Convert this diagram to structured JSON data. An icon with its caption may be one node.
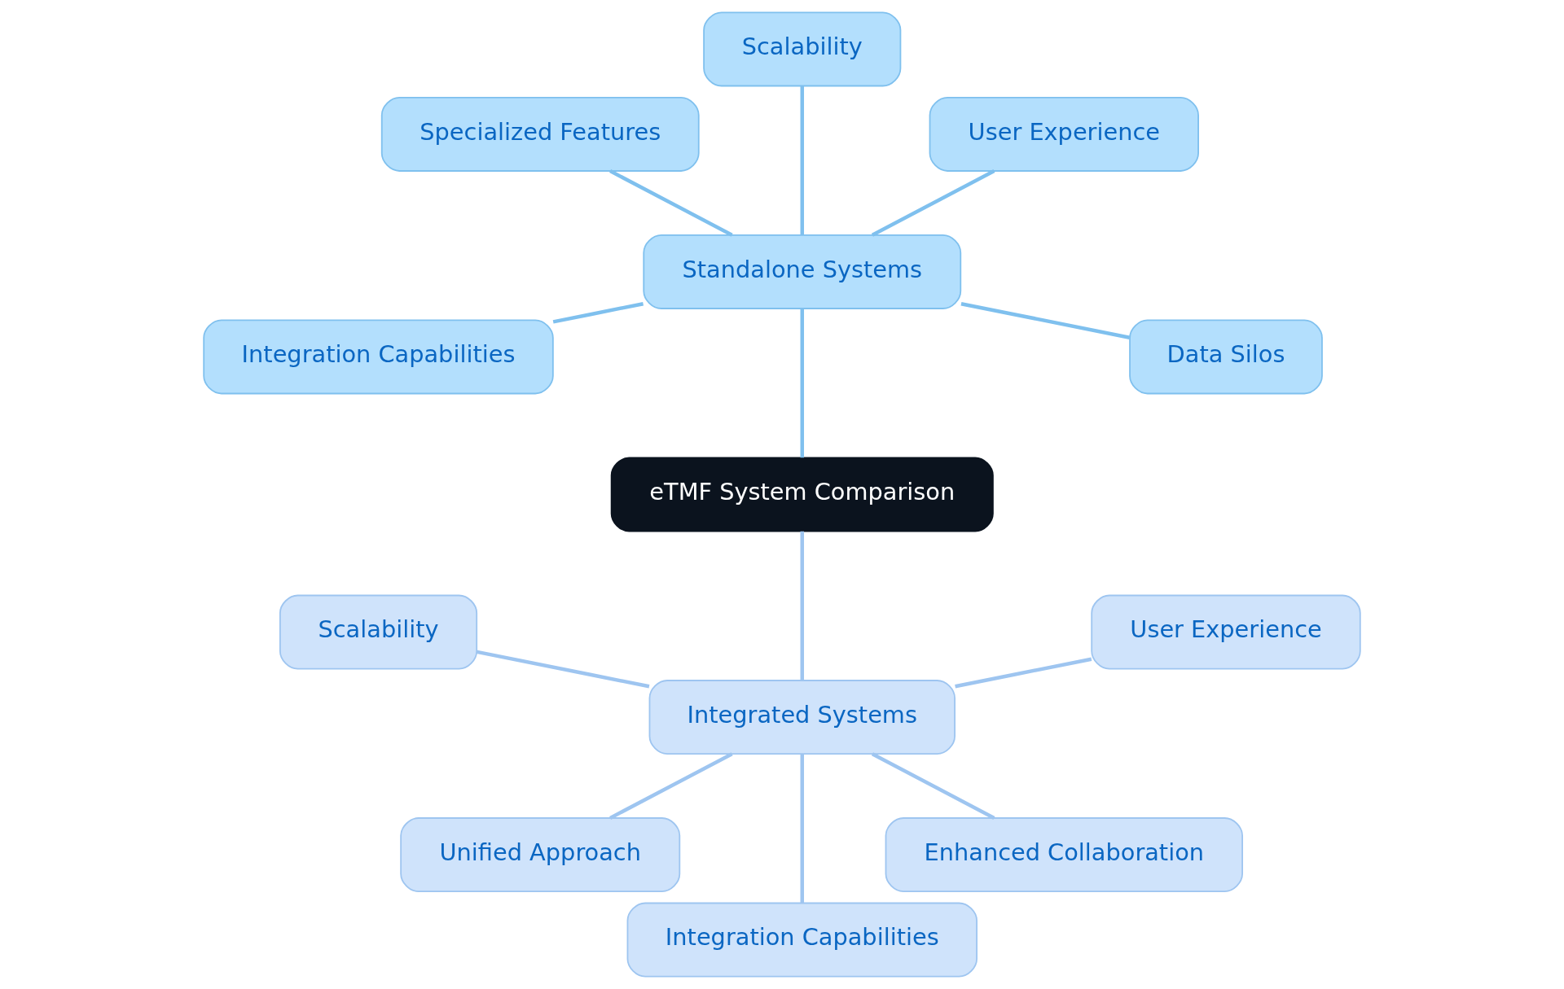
{
  "diagram": {
    "nodes": [
      {
        "text": [
          "eTMF System Comparison"
        ]
      },
      {
        "text": [
          "Standalone Systems"
        ]
      },
      {
        "text": [
          "Data Silos"
        ]
      },
      {
        "text": [
          "User Experience"
        ]
      },
      {
        "text": [
          "Scalability"
        ]
      },
      {
        "text": [
          "Specialized Features"
        ]
      },
      {
        "text": [
          "Integration Capabilities"
        ]
      },
      {
        "text": [
          "Integrated Systems"
        ]
      },
      {
        "text": [
          "Scalability"
        ]
      },
      {
        "text": [
          "Unified Approach"
        ]
      },
      {
        "text": [
          "Integration Capabilities"
        ]
      },
      {
        "text": [
          "Enhanced Collaboration"
        ]
      },
      {
        "text": [
          "User Experience"
        ]
      }
    ],
    "edges": [
      {
        "from": 0,
        "to": 1,
        "arrow": "none"
      },
      {
        "from": 1,
        "to": 2,
        "arrow": "none"
      },
      {
        "from": 1,
        "to": 3,
        "arrow": "none"
      },
      {
        "from": 1,
        "to": 4,
        "arrow": "none"
      },
      {
        "from": 1,
        "to": 5,
        "arrow": "none"
      },
      {
        "from": 1,
        "to": 6,
        "arrow": "none"
      },
      {
        "from": 0,
        "to": 7,
        "arrow": "none",
        "color": "#9ec5f0"
      },
      {
        "from": 7,
        "to": 8,
        "arrow": "none",
        "color": "#9ec5f0"
      },
      {
        "from": 7,
        "to": 9,
        "arrow": "none",
        "color": "#9ec5f0"
      },
      {
        "from": 7,
        "to": 10,
        "arrow": "none",
        "color": "#9ec5f0"
      },
      {
        "from": 7,
        "to": 11,
        "arrow": "none",
        "color": "#9ec5f0"
      },
      {
        "from": 7,
        "to": 12,
        "arrow": "none",
        "color": "#9ec5f0"
      }
    ]
  }
}
